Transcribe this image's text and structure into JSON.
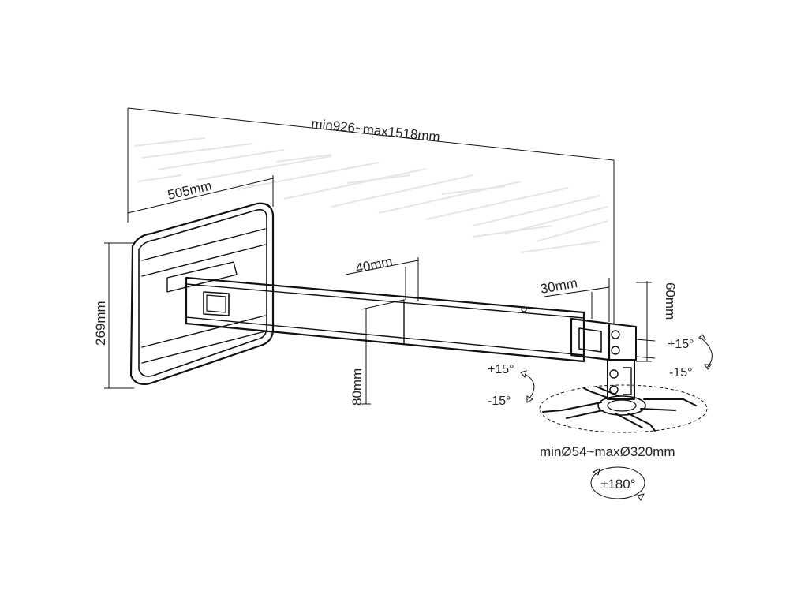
{
  "labels": {
    "total_length": "min926~max1518mm",
    "plate_width": "505mm",
    "plate_height": "269mm",
    "arm_inner_width": "40mm",
    "arm_height": "80mm",
    "head_width": "30mm",
    "head_height": "60mm",
    "tilt_plus": "+15°",
    "tilt_minus": "-15°",
    "swivel_plus": "+15°",
    "swivel_minus": "-15°",
    "mount_range": "minØ54~maxØ320mm",
    "rotation": "±180°"
  },
  "colors": {
    "line": "#111111",
    "text": "#222222",
    "ghost_wall": "#e6e6e6"
  }
}
